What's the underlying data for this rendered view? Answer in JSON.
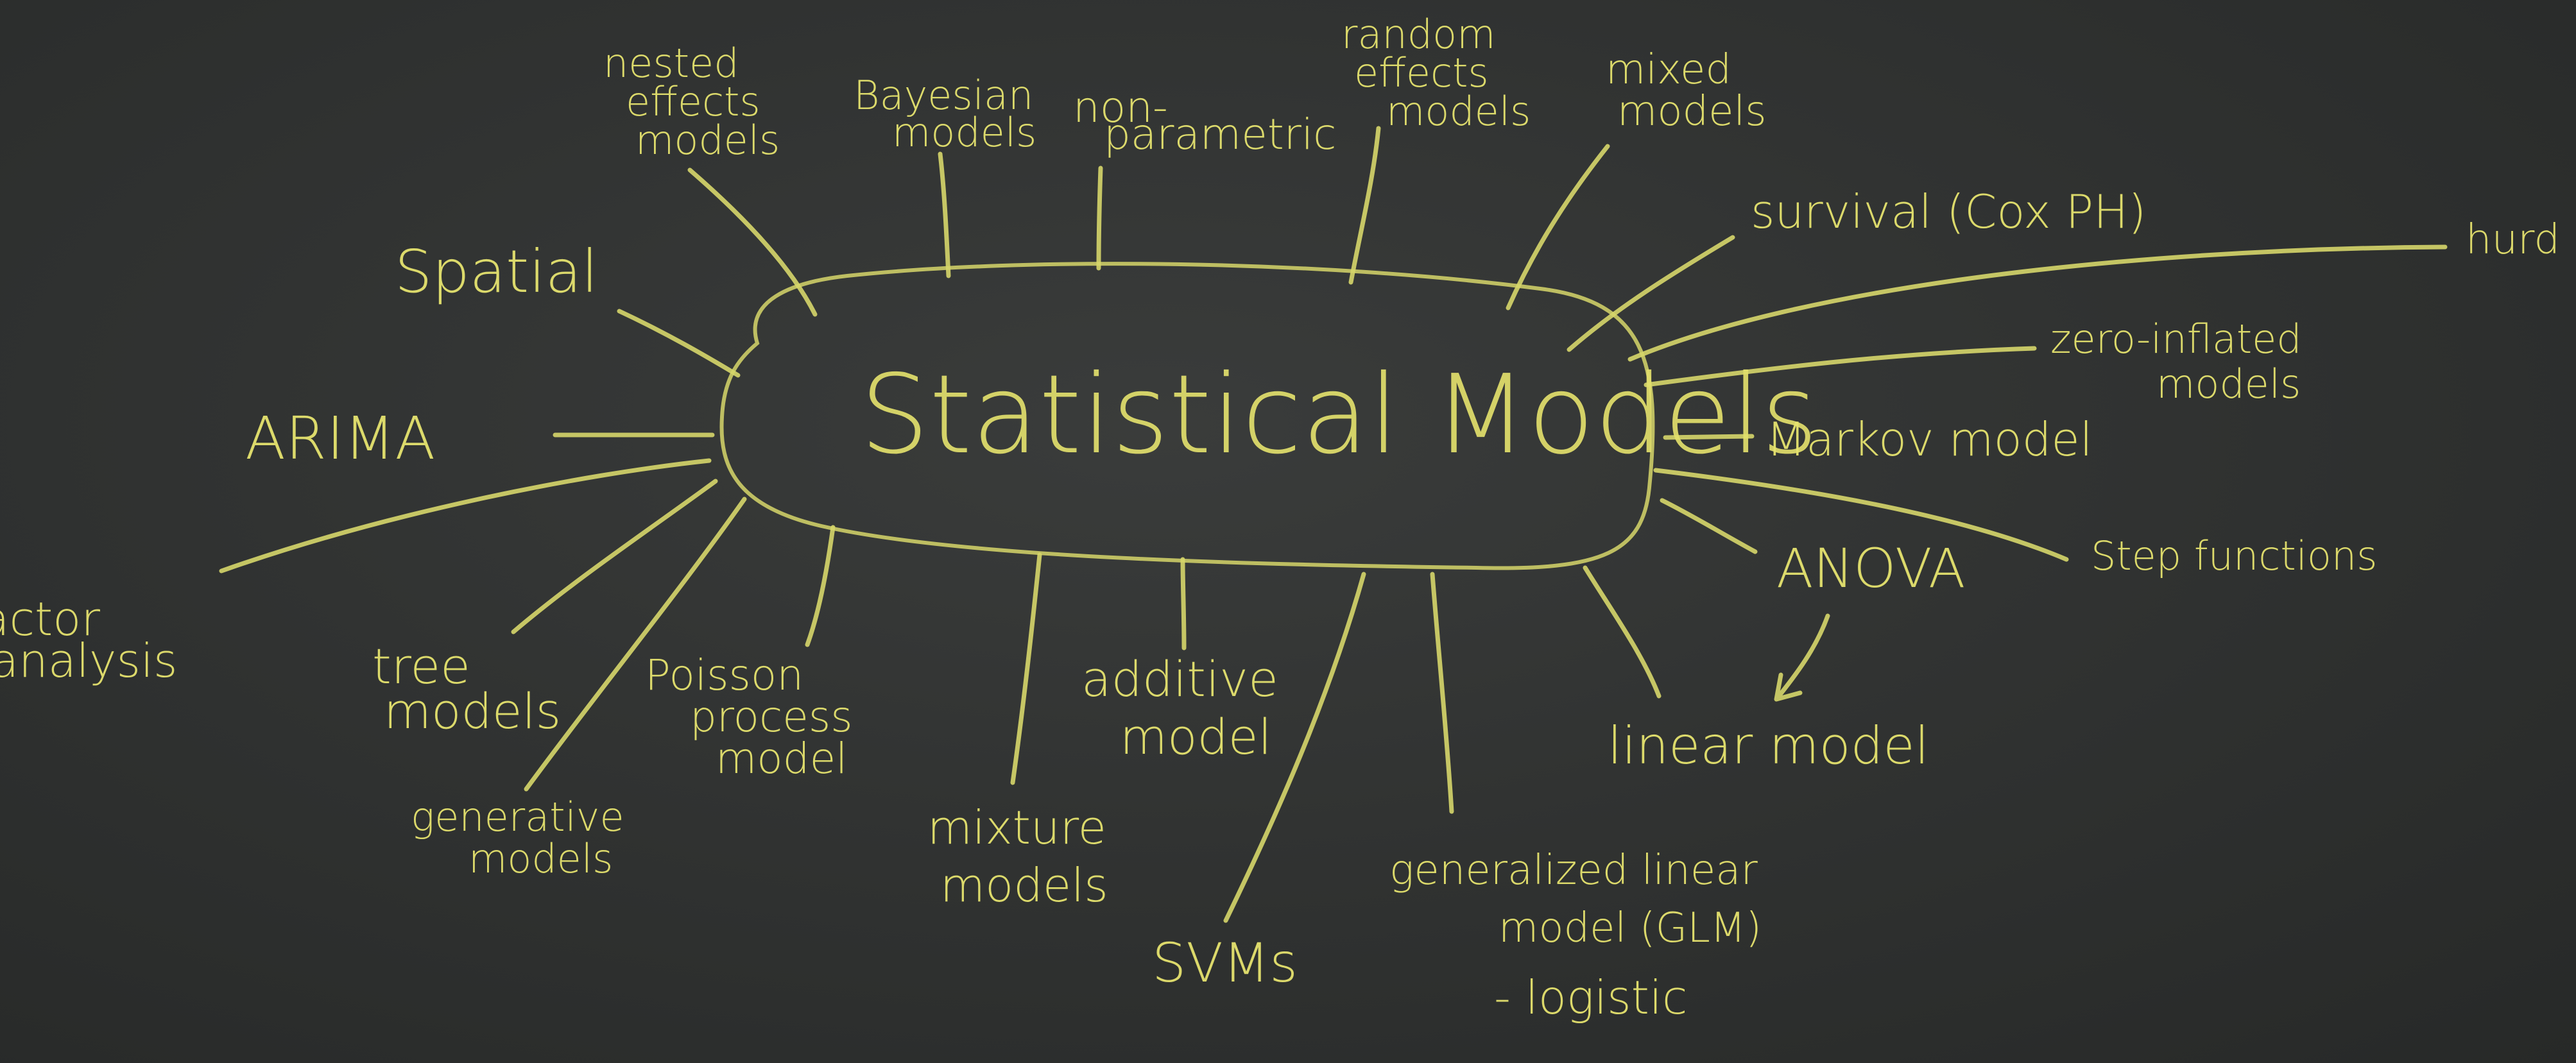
{
  "board": {
    "chalk_color": "#e6e36f",
    "board_color": "#2f3130",
    "center": "Statistical Models",
    "topics": {
      "nested": [
        "nested",
        "effects",
        "models"
      ],
      "bayesian": [
        "Bayesian",
        "models"
      ],
      "nonparametric": [
        "non-",
        "parametric"
      ],
      "random": [
        "random",
        "effects",
        "models"
      ],
      "mixed": [
        "mixed",
        "models"
      ],
      "survival": "survival (Cox PH)",
      "hurdle": "hurd",
      "zero": [
        "zero-inflated",
        "models"
      ],
      "markov": "Markov model",
      "anova": "ANOVA",
      "step": "Step functions",
      "linear": "linear model",
      "glm": [
        "generalized linear",
        "model (GLM)"
      ],
      "logistic": "- logistic",
      "svm": "SVMs",
      "additive": [
        "additive",
        "model"
      ],
      "mixture": [
        "mixture",
        "models"
      ],
      "poisson": [
        "Poisson",
        "process",
        "model"
      ],
      "generative": [
        "generative",
        "models"
      ],
      "tree": [
        "tree",
        "models"
      ],
      "factor": [
        "factor",
        "analysis"
      ],
      "arima": "ARIMA",
      "spatial": "Spatial"
    }
  }
}
